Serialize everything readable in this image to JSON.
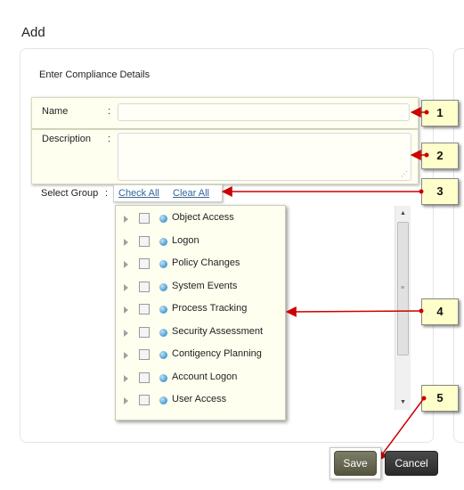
{
  "page": {
    "title": "Add"
  },
  "form": {
    "section_title": "Enter Compliance Details",
    "name": {
      "label": "Name",
      "colon": ":",
      "value": "",
      "placeholder": ""
    },
    "description": {
      "label": "Description",
      "colon": ":",
      "value": "",
      "placeholder": ""
    },
    "select_group": {
      "label": "Select Group",
      "colon": ":",
      "check_all": "Check All",
      "clear_all": "Clear All"
    }
  },
  "groups": [
    {
      "label": "Object Access",
      "checked": false,
      "icon": "blue-bullet-icon"
    },
    {
      "label": "Logon",
      "checked": false,
      "icon": "blue-bullet-icon"
    },
    {
      "label": "Policy Changes",
      "checked": false,
      "icon": "blue-bullet-icon"
    },
    {
      "label": "System Events",
      "checked": false,
      "icon": "blue-bullet-icon"
    },
    {
      "label": "Process Tracking",
      "checked": false,
      "icon": "blue-bullet-icon"
    },
    {
      "label": "Security Assessment",
      "checked": false,
      "icon": "blue-bullet-icon"
    },
    {
      "label": "Contigency Planning",
      "checked": false,
      "icon": "blue-bullet-icon"
    },
    {
      "label": "Account Logon",
      "checked": false,
      "icon": "blue-bullet-icon"
    },
    {
      "label": "User Access",
      "checked": false,
      "icon": "blue-bullet-icon"
    }
  ],
  "callouts": [
    "1",
    "2",
    "3",
    "4",
    "5"
  ],
  "buttons": {
    "save": "Save",
    "cancel": "Cancel"
  },
  "colors": {
    "callout_fill": "#ffffcc",
    "arrow": "#cc0000",
    "field_background": "#fffff0",
    "link": "#336699",
    "save_button": "#5f5f48",
    "cancel_button": "#333333"
  }
}
